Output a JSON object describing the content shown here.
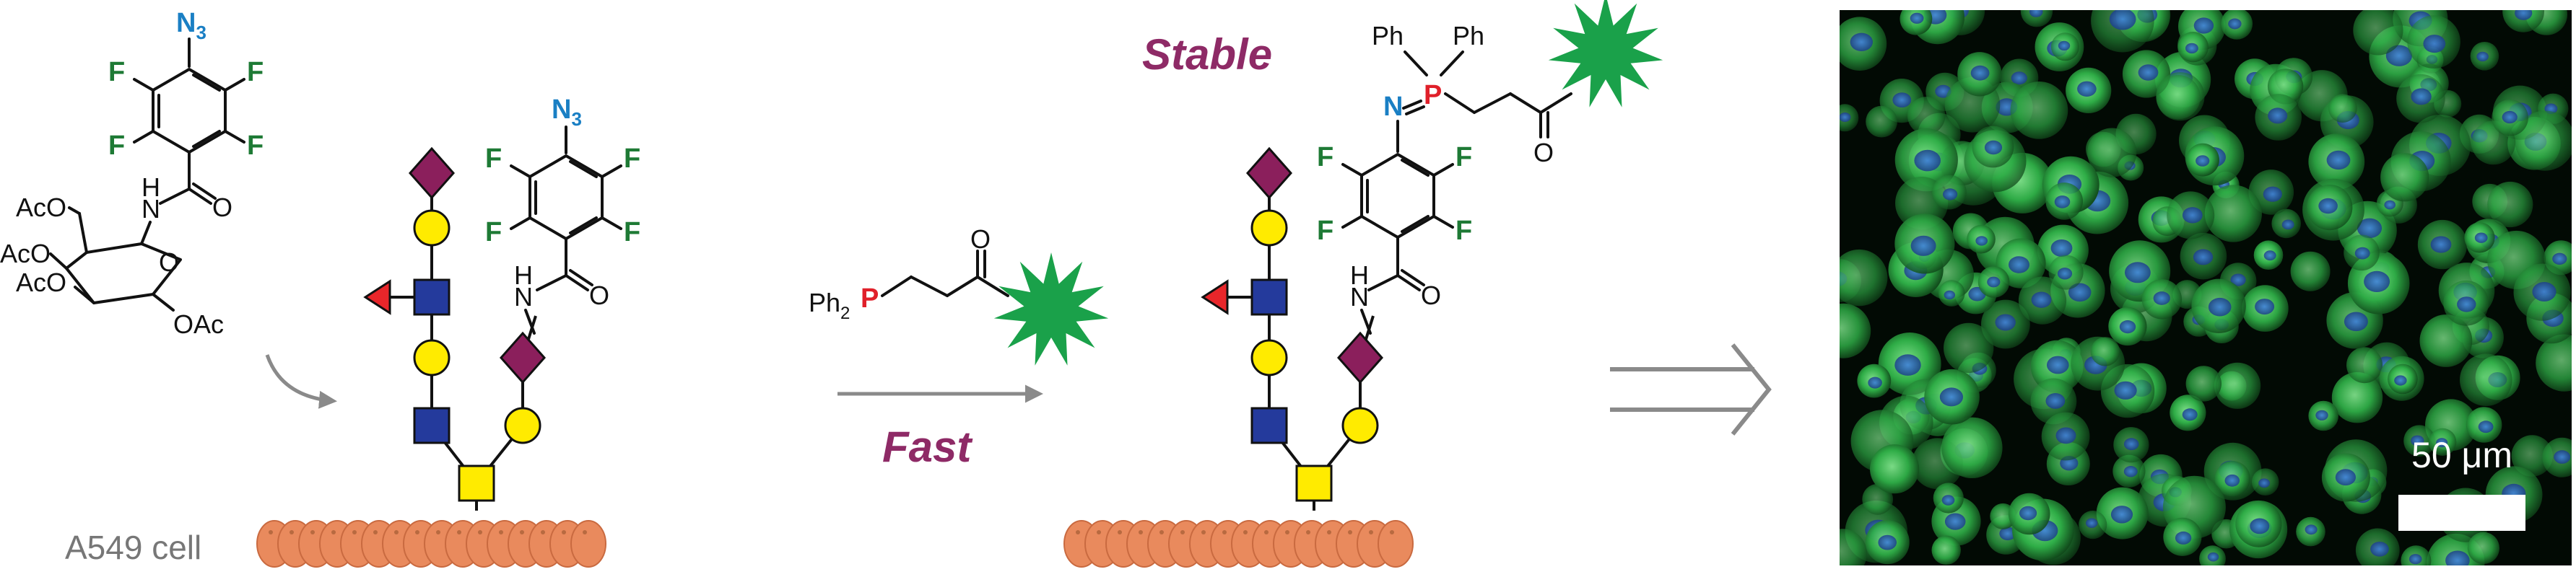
{
  "colors": {
    "fluorine": "#1e7a35",
    "azide": "#1a7fc4",
    "phosphorus": "#e0202a",
    "nitrogen_imine": "#1a7fc4",
    "emphasis_label": "#8e2a66",
    "fluorophore": "#1aa14a",
    "arrow": "#8a8a8a",
    "cell_label": "#777777",
    "glycan_diamond": "#8b1f5c",
    "glycan_circle": "#ffeb00",
    "glycan_square_blue": "#243a9c",
    "glycan_square_yellow": "#ffeb00",
    "glycan_triangle": "#e8262a",
    "cell_bead": "#e98a5d"
  },
  "precursor": {
    "azide_label": "N",
    "azide_subscript": "3",
    "fluorine_label": "F",
    "amide_nh": "H",
    "amide_n": "N",
    "carbonyl_o": "O",
    "ring_o": "O",
    "acetoxy_1": "AcO",
    "acetoxy_2": "AcO",
    "acetoxy_3": "AcO",
    "acetoxy_4": "OAc"
  },
  "glycan_1": {
    "azide_label": "N",
    "azide_subscript": "3",
    "fluorine_label": "F",
    "amide_nh": "H",
    "amide_n": "N",
    "carbonyl_o": "O"
  },
  "reagent": {
    "ph2_label": "Ph",
    "ph2_subscript": "2",
    "p_label": "P",
    "carbonyl_o": "O",
    "reaction_label": "Fast"
  },
  "product": {
    "stable_label": "Stable",
    "ph_left": "Ph",
    "ph_right": "Ph",
    "p_label": "P",
    "n_label": "N",
    "carbonyl_o": "O",
    "fluorine_label": "F",
    "amide_nh": "H",
    "amide_n": "N",
    "amide_o": "O"
  },
  "cell_label": "A549 cell",
  "micrograph": {
    "scale_label": "50 μm"
  }
}
